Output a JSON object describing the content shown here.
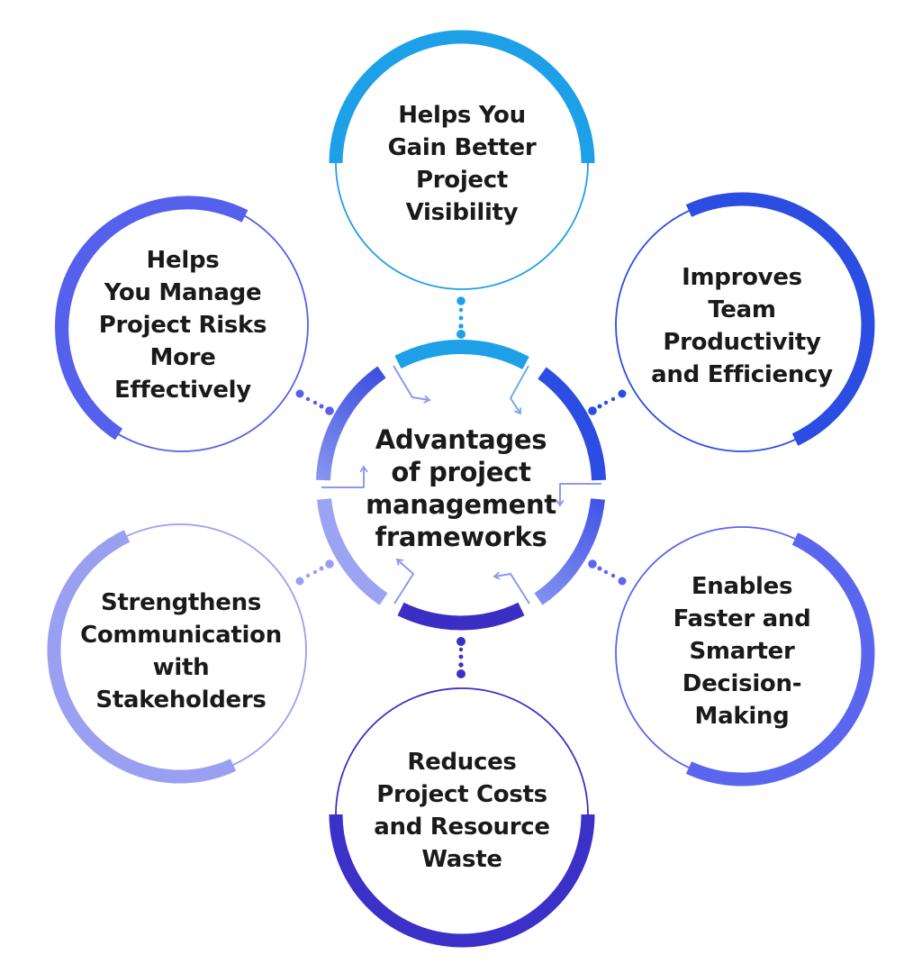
{
  "title": "Advantages of project management frameworks infographic",
  "colors": {
    "background": "#FFFFFF",
    "text": "#1A1A1A",
    "arrow": "#8C99EF",
    "arrow_blue": "#74A9EA",
    "segment_top": "#1DA0E8",
    "segment_top_right": "#2B4DE2",
    "segment_right_start": "#4254E6",
    "segment_right_end": "#8290F0",
    "segment_bottom": "#3B2EC4",
    "segment_bottom_left": "#9AA4F2",
    "segment_top_left_start": "#8795EF",
    "segment_top_left_end": "#3D4FE0"
  },
  "center": {
    "lines": [
      "Advantages",
      "of project",
      "management",
      "frameworks"
    ]
  },
  "nodes": [
    {
      "id": "top",
      "color": "#1DA0E8",
      "lines": [
        "Helps You",
        "Gain Better",
        "Project",
        "Visibility"
      ]
    },
    {
      "id": "top-right",
      "color": "#2B4DE2",
      "lines": [
        "Improves",
        "Team",
        "Productivity",
        "and Efficiency"
      ]
    },
    {
      "id": "bottom-right",
      "color": "#5A66EE",
      "lines": [
        "Enables",
        "Faster and",
        "Smarter",
        "Decision-",
        "Making"
      ]
    },
    {
      "id": "bottom",
      "color": "#3B30C8",
      "lines": [
        "Reduces",
        "Project Costs",
        "and Resource",
        "Waste"
      ]
    },
    {
      "id": "bottom-left",
      "color": "#99A0F2",
      "lines": [
        "Strengthens",
        "Communication",
        "with",
        "Stakeholders"
      ]
    },
    {
      "id": "top-left",
      "color": "#5560EC",
      "lines": [
        "Helps",
        "You Manage",
        "Project Risks",
        "More",
        "Effectively"
      ]
    }
  ]
}
